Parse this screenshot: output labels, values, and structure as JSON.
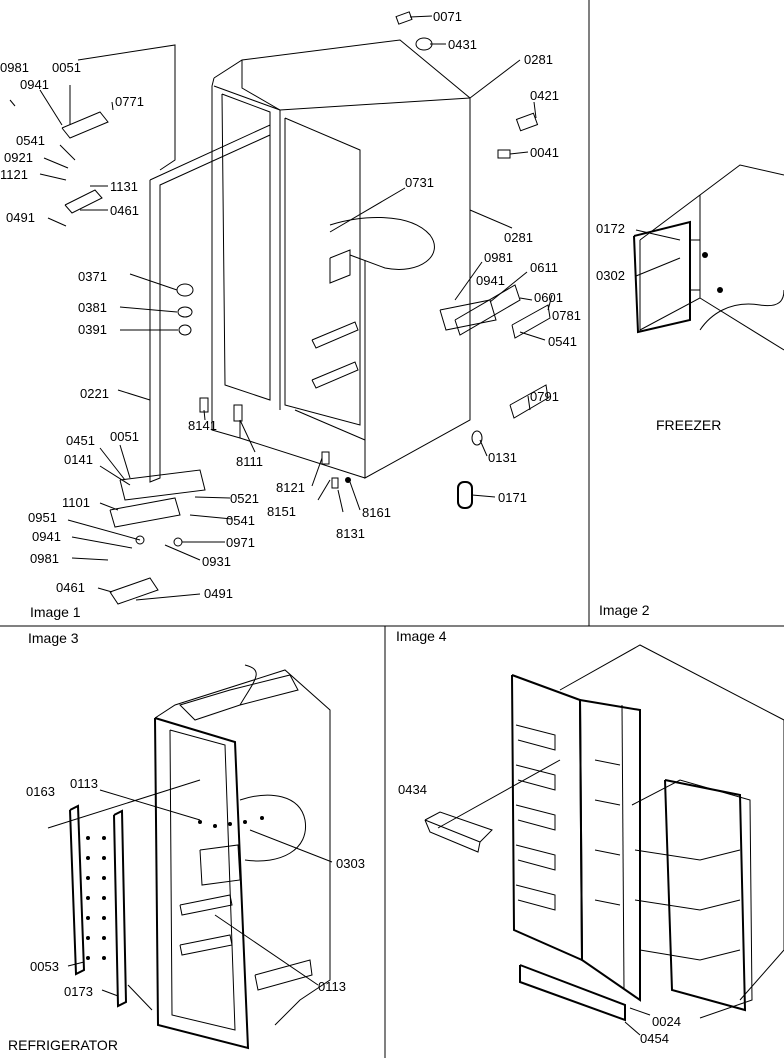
{
  "panels": {
    "image1": {
      "caption": "Image 1"
    },
    "image2": {
      "caption": "Image 2",
      "title": "FREEZER"
    },
    "image3": {
      "caption": "Image 3",
      "title": "REFRIGERATOR"
    },
    "image4": {
      "caption": "Image 4"
    }
  },
  "callouts": {
    "image1": [
      "0071",
      "0431",
      "0281",
      "0421",
      "0041",
      "0981",
      "0051",
      "0941",
      "0771",
      "0541",
      "0921",
      "1121",
      "1131",
      "0461",
      "0491",
      "0731",
      "0281",
      "0981",
      "0611",
      "0941",
      "0601",
      "0781",
      "0541",
      "0371",
      "0381",
      "0391",
      "0791",
      "0221",
      "8141",
      "8111",
      "0131",
      "0451",
      "0051",
      "0141",
      "8121",
      "0171",
      "1101",
      "0521",
      "8151",
      "8161",
      "0951",
      "0541",
      "8131",
      "0941",
      "0971",
      "0981",
      "0931",
      "0461",
      "0491"
    ],
    "image2": [
      "0172",
      "0302"
    ],
    "image3": [
      "0163",
      "0113",
      "0303",
      "0053",
      "0173",
      "0113"
    ],
    "image4": [
      "0434",
      "0024",
      "0454"
    ]
  }
}
